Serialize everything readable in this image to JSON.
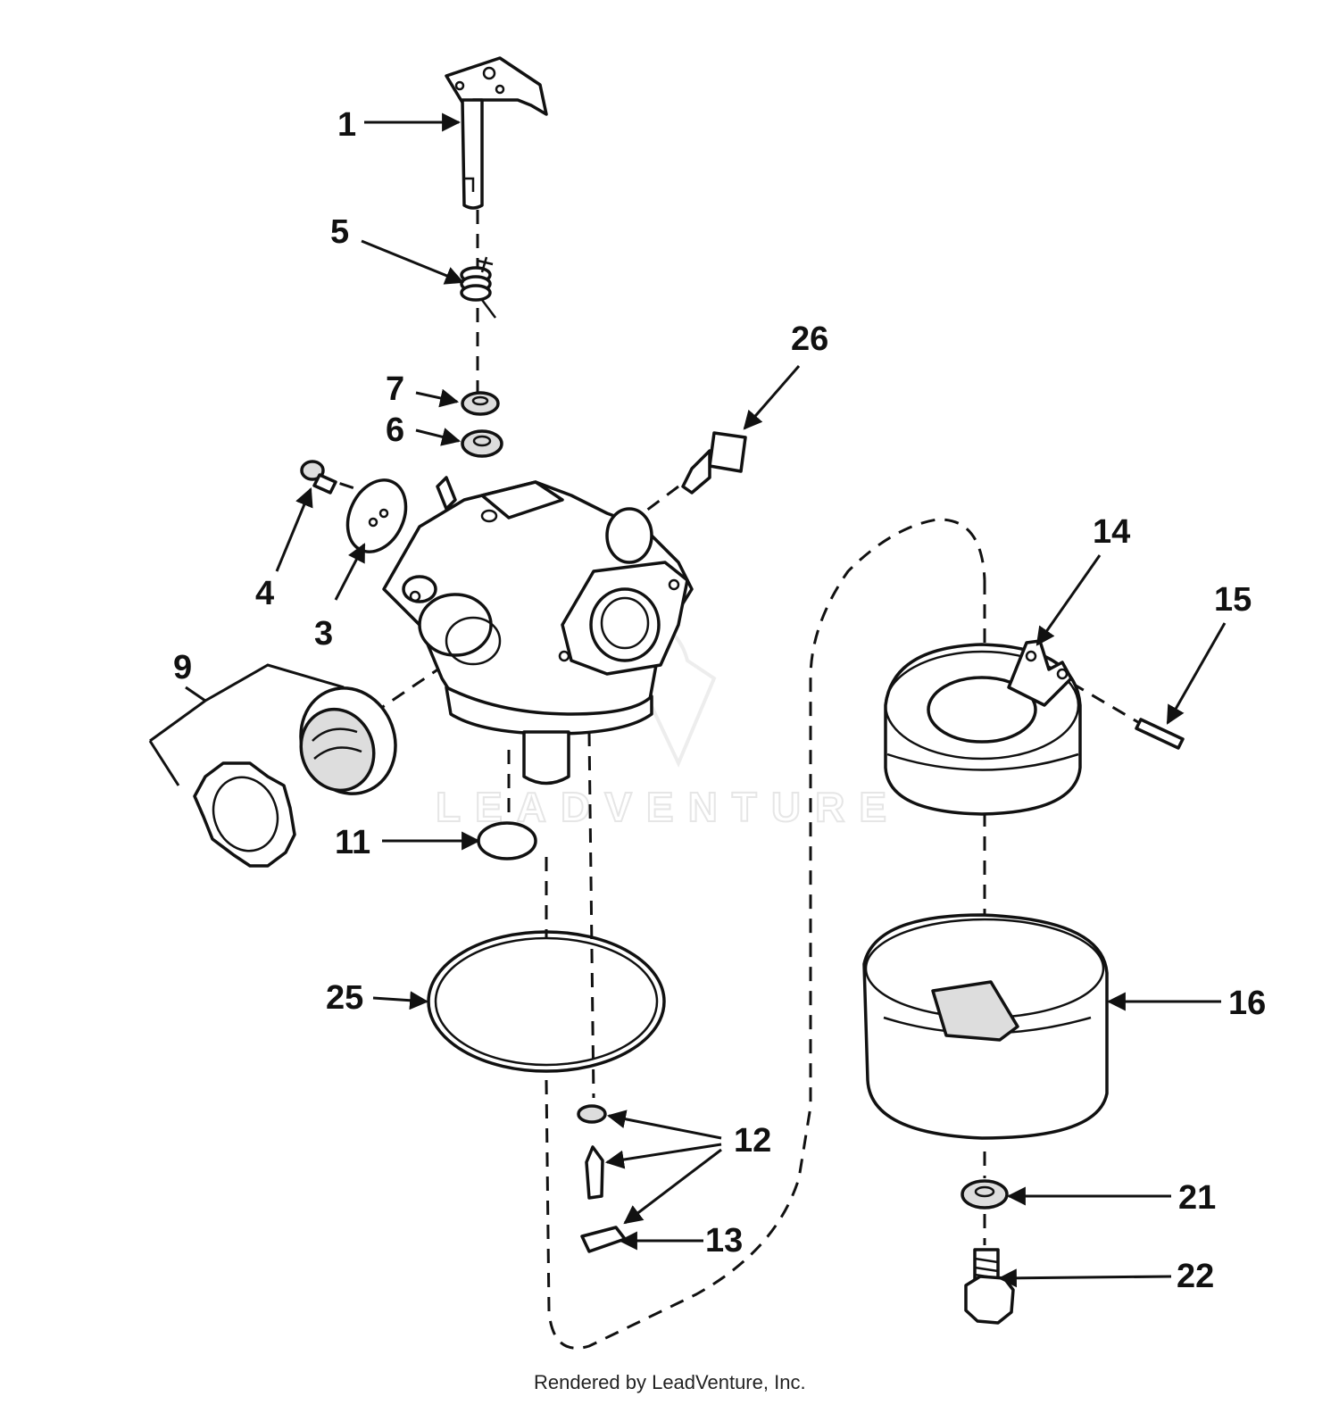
{
  "diagram": {
    "callouts": {
      "c1": "1",
      "c3": "3",
      "c4": "4",
      "c5": "5",
      "c6": "6",
      "c7": "7",
      "c9": "9",
      "c11": "11",
      "c12": "12",
      "c13": "13",
      "c14": "14",
      "c15": "15",
      "c16": "16",
      "c21": "21",
      "c22": "22",
      "c25": "25",
      "c26": "26"
    },
    "watermark_text": "LEADVENTURE",
    "footer_text": "Rendered by LeadVenture, Inc."
  }
}
